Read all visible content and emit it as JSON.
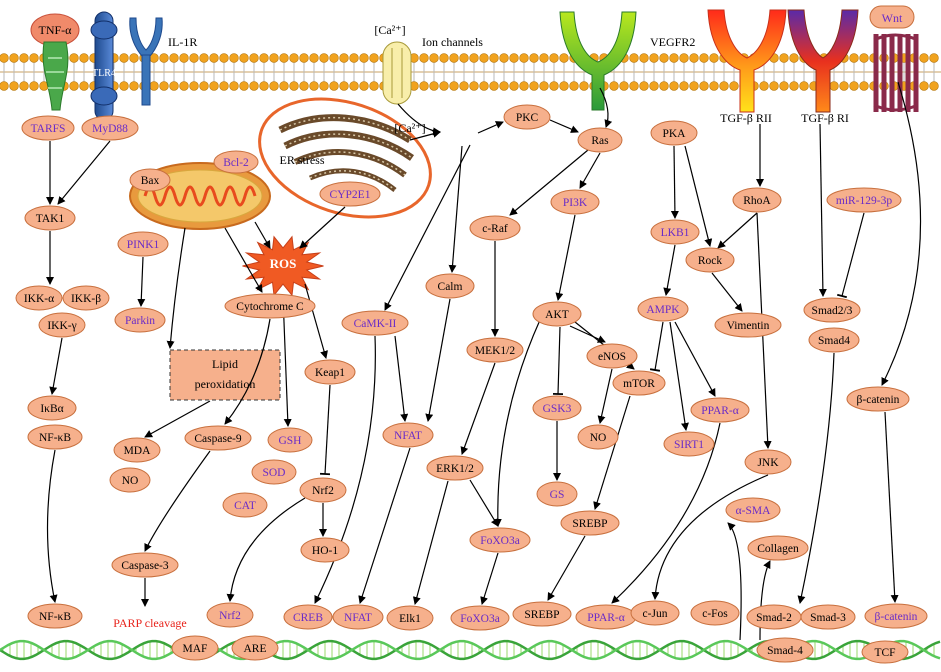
{
  "receptors": {
    "tnf": "TNF-α",
    "tlr4": "TLR4",
    "il1r": "IL-1R",
    "ca_top": "[Ca²⁺]",
    "ion": "Ion channels",
    "vegfr2": "VEGFR2",
    "tgf_rii": "TGF-β RII",
    "tgf_ri": "TGF-β RI",
    "wnt": "Wnt"
  },
  "labels": {
    "er_stress": "ER stress",
    "ca_mid": "[Ca²⁺]",
    "ros": "ROS",
    "lipid_1": "Lipid",
    "lipid_2": "peroxidation",
    "parp": "PARP cleavage"
  },
  "nodes": {
    "tarfs": "TARFS",
    "myd88": "MyD88",
    "tak1": "TAK1",
    "ikka": "IKK-α",
    "ikkb": "IKK-β",
    "ikkg": "IKK-γ",
    "ikba": "IκBα",
    "nfkb1": "NF-κB",
    "nfkb2": "NF-κB",
    "bax": "Bax",
    "bcl2": "Bcl-2",
    "pink1": "PINK1",
    "parkin": "Parkin",
    "cytc": "Cytochrome C",
    "mda": "MDA",
    "no1": "NO",
    "casp9": "Caspase-9",
    "casp3": "Caspase-3",
    "cyp2e1": "CYP2E1",
    "gsh": "GSH",
    "sod": "SOD",
    "cat": "CAT",
    "keap1": "Keap1",
    "nrf2a": "Nrf2",
    "ho1": "HO-1",
    "nrf2b": "Nrf2",
    "maf": "MAF",
    "are": "ARE",
    "camk2": "CaMK-II",
    "calm": "Calm",
    "nfat1": "NFAT",
    "nfat2": "NFAT",
    "creb": "CREB",
    "pkc": "PKC",
    "ras": "Ras",
    "craf": "c-Raf",
    "pi3k": "PI3K",
    "mek": "MEK1/2",
    "erk": "ERK1/2",
    "elk1": "Elk1",
    "akt": "AKT",
    "enos": "eNOS",
    "no2": "NO",
    "gsk3": "GSK3",
    "gs": "GS",
    "mtor": "mTOR",
    "foxo1": "FoXO3a",
    "foxo2": "FoXO3a",
    "srebp1": "SREBP",
    "srebp2": "SREBP",
    "pka": "PKA",
    "lkb1": "LKB1",
    "ampk": "AMPK",
    "sirt1": "SIRT1",
    "ppar1": "PPAR-α",
    "ppar2": "PPAR-α",
    "rhoa": "RhoA",
    "rock": "Rock",
    "vim": "Vimentin",
    "jnk": "JNK",
    "cjun": "c-Jun",
    "cfos": "c-Fos",
    "asma": "α-SMA",
    "coll": "Collagen",
    "mir": "miR-129-3p",
    "smad23": "Smad2/3",
    "smad4a": "Smad4",
    "smad2": "Smad-2",
    "smad3": "Smad-3",
    "smad4b": "Smad-4",
    "bcat1": "β-catenin",
    "bcat2": "β-catenin",
    "tcf": "TCF"
  },
  "colors": {
    "node_fill": "#f6b08c",
    "node_stroke": "#c8703e",
    "black_text": "#000000",
    "purple_text": "#6a2cc8",
    "red_text": "#e8241c",
    "ros_fill": "#f05a23",
    "membrane_head": "#f0a21e",
    "dna_green": "#3aa43a",
    "er_ring": "#e8662b",
    "mito_fill": "#e89a3e"
  }
}
